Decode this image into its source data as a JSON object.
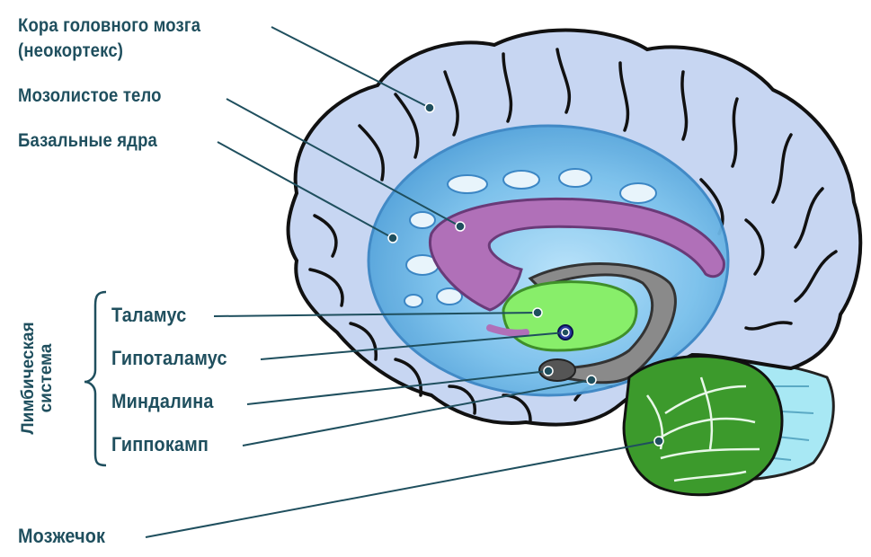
{
  "labels": {
    "cortex_line1": "Кора головного мозга",
    "cortex_line2": "(неокортекс)",
    "corpus_callosum": "Мозолистое тело",
    "basal_ganglia": "Базальные ядра",
    "thalamus": "Таламус",
    "hypothalamus": "Гипоталамус",
    "amygdala": "Миндалина",
    "hippocampus": "Гиппокамп",
    "cerebellum": "Мозжечок"
  },
  "group": {
    "line1": "Лимбическая",
    "line2": "система"
  },
  "colors": {
    "label_text": "#1f4f5e",
    "cortex_fill": "#c7d6f2",
    "basal_ganglia_fill": "#5aaede",
    "corpus_callosum_fill": "#b070b8",
    "thalamus_fill": "#88ee6a",
    "cerebellum_fill": "#3c9a2c",
    "brainstem_fill": "#a8e8f4",
    "hippocampus_fill": "#8a8a8a"
  }
}
